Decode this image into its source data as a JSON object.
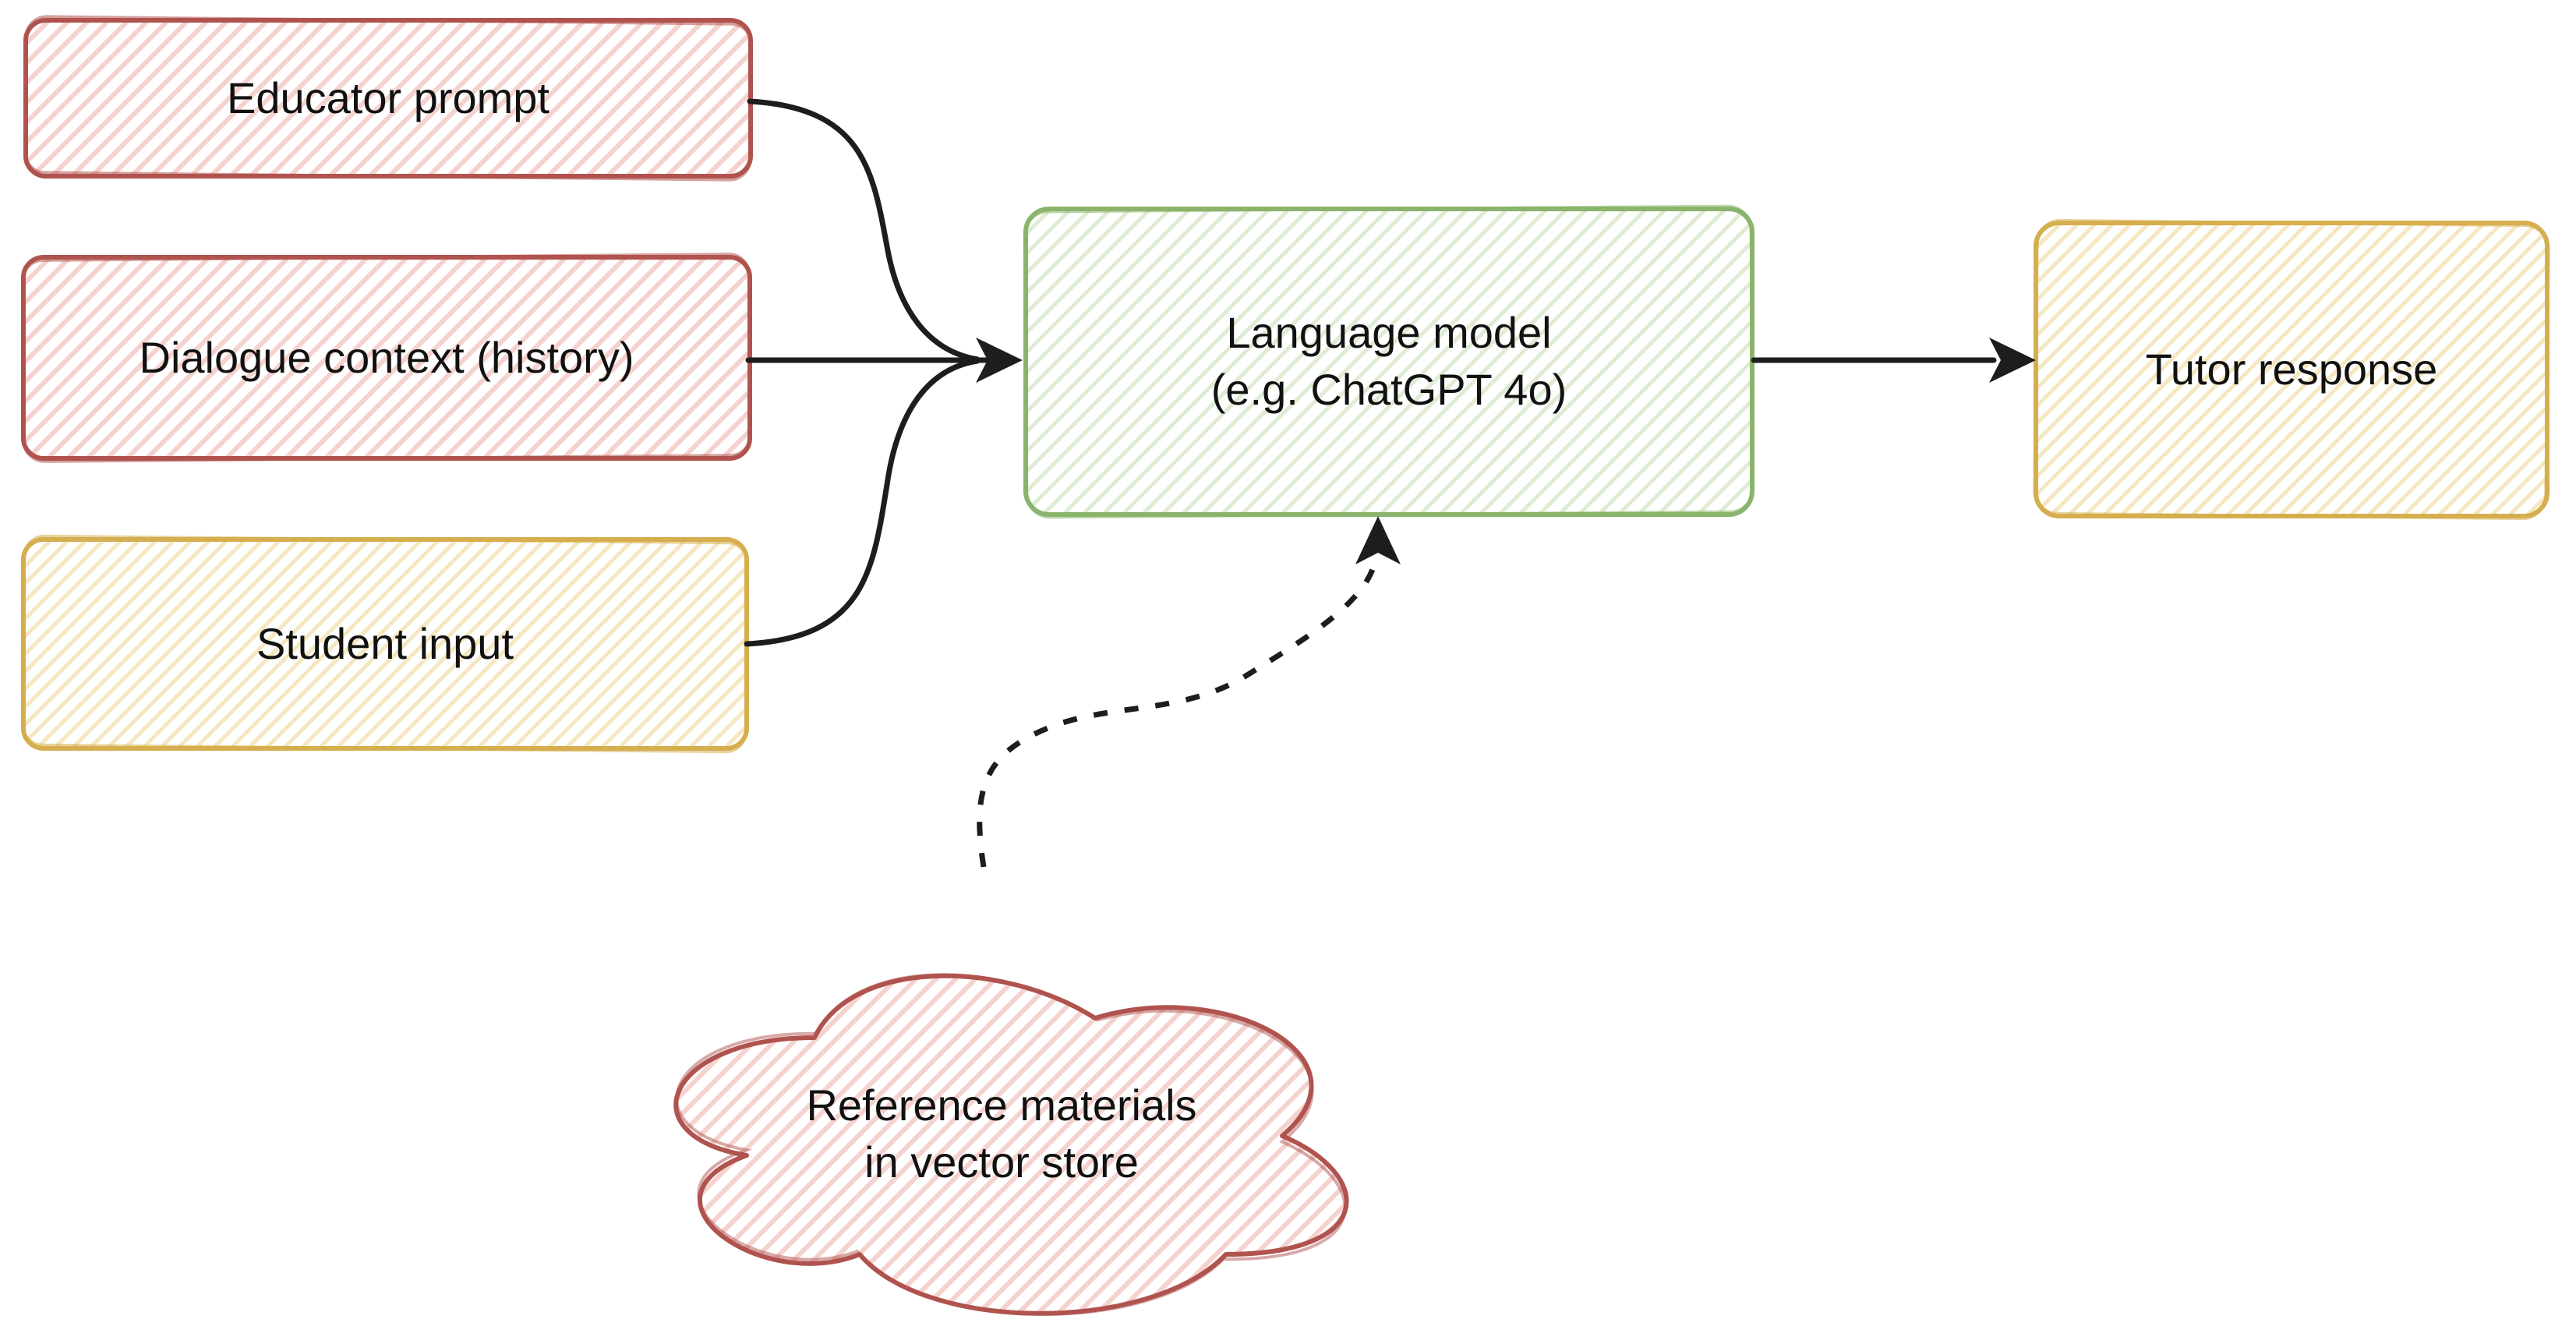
{
  "diagram": {
    "nodes": {
      "educator_prompt": {
        "label": "Educator prompt"
      },
      "dialogue_context": {
        "label": "Dialogue context (history)"
      },
      "student_input": {
        "label": "Student input"
      },
      "language_model": {
        "label": "Language model\n(e.g. ChatGPT 4o)"
      },
      "tutor_response": {
        "label": "Tutor response"
      },
      "reference_materials": {
        "label": "Reference materials\nin vector store"
      }
    },
    "colors": {
      "red_border": "#b0534f",
      "red_hatch": "#f5d2ce",
      "yellow_border": "#d6ae4f",
      "yellow_hatch": "#f5e7c0",
      "green_border": "#8ab46c",
      "green_hatch": "#dfecd4",
      "connector": "#1d1d1d",
      "text": "#111111"
    }
  }
}
